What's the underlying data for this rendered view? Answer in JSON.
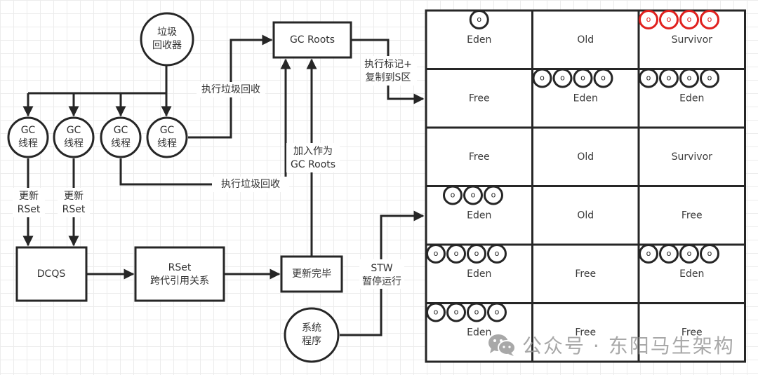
{
  "colors": {
    "line": "#262626",
    "text": "#333333",
    "highlight": "#e0201e",
    "watermark": "#9a9a9a"
  },
  "nodes": {
    "garbage_collector": "垃圾\n回收器",
    "gc_threads": [
      "GC\n线程",
      "GC\n线程",
      "GC\n线程",
      "GC\n线程"
    ],
    "gc_roots": "GC Roots",
    "dcqs": "DCQS",
    "rset": "RSet\n跨代引用关系",
    "update_done": "更新完毕",
    "system_program": "系统\n程序"
  },
  "edge_labels": {
    "exec_gc_top": "执行垃圾回收",
    "exec_gc_bottom": "执行垃圾回收",
    "update_rset_1": "更新\nRSet",
    "update_rset_2": "更新\nRSet",
    "add_as_roots": "加入作为\nGC Roots",
    "mark_copy": "执行标记+\n复制到S区",
    "stw": "STW\n暂停运行"
  },
  "heap": {
    "object_glyph": "o",
    "rows": [
      [
        {
          "label": "Eden",
          "objects": 1,
          "highlight": false,
          "align": "center"
        },
        {
          "label": "Old",
          "objects": 0,
          "highlight": false,
          "align": "left"
        },
        {
          "label": "Survivor",
          "objects": 4,
          "highlight": true,
          "align": "left"
        }
      ],
      [
        {
          "label": "Free",
          "objects": 0,
          "highlight": false,
          "align": "left"
        },
        {
          "label": "Eden",
          "objects": 4,
          "highlight": false,
          "align": "left"
        },
        {
          "label": "Eden",
          "objects": 4,
          "highlight": false,
          "align": "left"
        }
      ],
      [
        {
          "label": "Free",
          "objects": 0,
          "highlight": false,
          "align": "left"
        },
        {
          "label": "Old",
          "objects": 0,
          "highlight": false,
          "align": "left"
        },
        {
          "label": "Survivor",
          "objects": 0,
          "highlight": false,
          "align": "left"
        }
      ],
      [
        {
          "label": "Eden",
          "objects": 3,
          "highlight": false,
          "align": "indent"
        },
        {
          "label": "Old",
          "objects": 0,
          "highlight": false,
          "align": "left"
        },
        {
          "label": "Free",
          "objects": 0,
          "highlight": false,
          "align": "left"
        }
      ],
      [
        {
          "label": "Eden",
          "objects": 4,
          "highlight": false,
          "align": "left"
        },
        {
          "label": "Free",
          "objects": 0,
          "highlight": false,
          "align": "left"
        },
        {
          "label": "Eden",
          "objects": 4,
          "highlight": false,
          "align": "left"
        }
      ],
      [
        {
          "label": "Eden",
          "objects": 4,
          "highlight": false,
          "align": "left"
        },
        {
          "label": "Free",
          "objects": 0,
          "highlight": false,
          "align": "left"
        },
        {
          "label": "Free",
          "objects": 0,
          "highlight": false,
          "align": "left"
        }
      ]
    ]
  },
  "watermark": {
    "icon": "wechat-icon",
    "text": "公众号 · 东阳马生架构"
  }
}
